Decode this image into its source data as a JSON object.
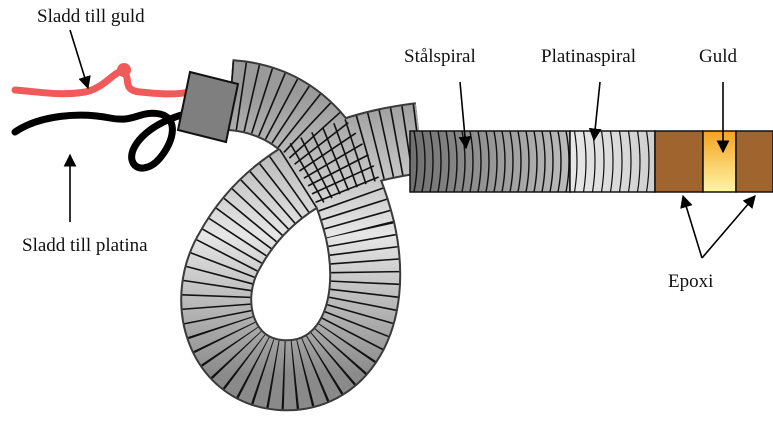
{
  "labels": {
    "wire_gold": "Sladd till guld",
    "wire_platinum": "Sladd till platina",
    "steel_coil": "Stålspiral",
    "platinum_coil": "Platinaspiral",
    "gold": "Guld",
    "epoxy": "Epoxi"
  },
  "colors": {
    "wire_gold": "#f15a5a",
    "wire_platinum": "#000000",
    "connector": "#7f7f7f",
    "epoxy": "#a0652e",
    "gold_band": "#f7c94a",
    "coil_dark": "#6e6e6e",
    "coil_light": "#f0f0f0"
  }
}
